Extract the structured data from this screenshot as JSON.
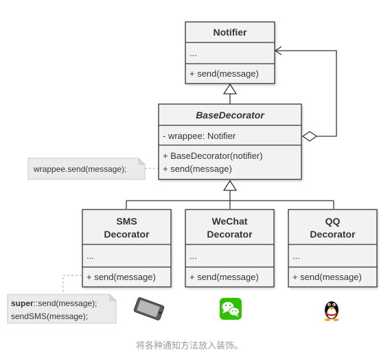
{
  "notifier": {
    "name": "Notifier",
    "fields": "...",
    "method": "+ send(message)"
  },
  "base_decorator": {
    "name": "BaseDecorator",
    "field": "- wrappee: Notifier",
    "method1": "+ BaseDecorator(notifier)",
    "method2": "+ send(message)"
  },
  "note_base": "wrappee.send(message);",
  "sms": {
    "name1": "SMS",
    "name2": "Decorator",
    "fields": "...",
    "method": "+ send(message)"
  },
  "wechat": {
    "name1": "WeChat",
    "name2": "Decorator",
    "fields": "...",
    "method": "+ send(message)"
  },
  "qq": {
    "name1": "QQ",
    "name2": "Decorator",
    "fields": "...",
    "method": "+ send(message)"
  },
  "note_sms": {
    "line1_bold": "super",
    "line1_rest": "::send(message);",
    "line2": "sendSMS(message);"
  },
  "icons": [
    "phone-icon",
    "wechat-icon",
    "qq-penguin-icon"
  ],
  "caption": "将各种通知方法放入装饰。"
}
